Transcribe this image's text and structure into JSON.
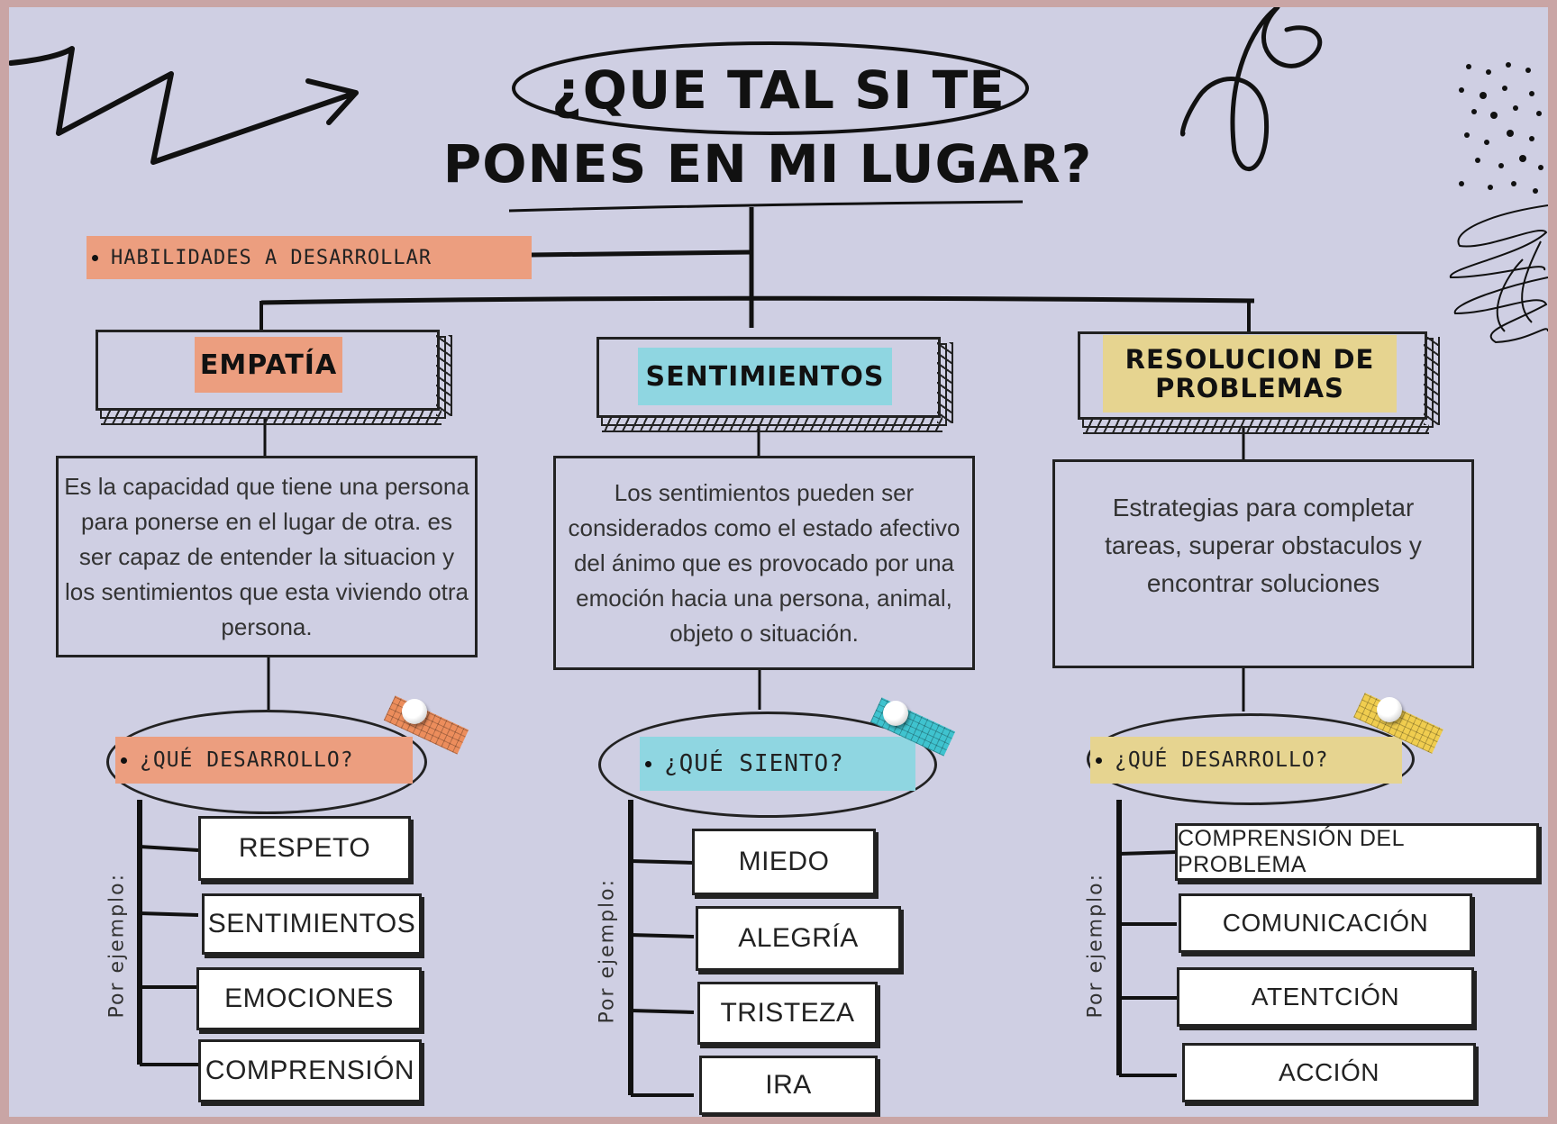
{
  "title": {
    "line1": "¿QUE TAL SI TE",
    "line2": "PONES EN MI LUGAR?"
  },
  "root_label": "HABILIDADES A DESARROLLAR",
  "colors": {
    "background": "#cfcfe3",
    "salmon": "#ec9e7f",
    "cyan": "#8fd6e1",
    "yellow": "#e6d490"
  },
  "columns": [
    {
      "heading": "EMPATÍA",
      "description": "Es la capacidad que tiene una persona para ponerse en el lugar de otra. es ser capaz de entender la situacion y los sentimientos que esta viviendo otra persona.",
      "question": "¿QUÉ DESARROLLO?",
      "example_label": "Por ejemplo:",
      "items": [
        "RESPETO",
        "SENTIMIENTOS",
        "EMOCIONES",
        "COMPRENSIÓN"
      ]
    },
    {
      "heading": "SENTIMIENTOS",
      "description": "Los sentimientos pueden ser considerados como el estado afectivo del ánimo que es provocado por una emoción hacia una persona, animal, objeto o situación.",
      "question": "¿QUÉ SIENTO?",
      "example_label": "Por ejemplo:",
      "items": [
        "MIEDO",
        "ALEGRÍA",
        "TRISTEZA",
        "IRA"
      ]
    },
    {
      "heading": "RESOLUCION DE PROBLEMAS",
      "description": "Estrategias para completar tareas, superar obstaculos y encontrar soluciones",
      "question": "¿QUÉ DESARROLLO?",
      "example_label": "Por ejemplo:",
      "items": [
        "COMPRENSIÓN DEL PROBLEMA",
        "COMUNICACIÓN",
        "ATENTCIÓN",
        "ACCIÓN"
      ]
    }
  ]
}
